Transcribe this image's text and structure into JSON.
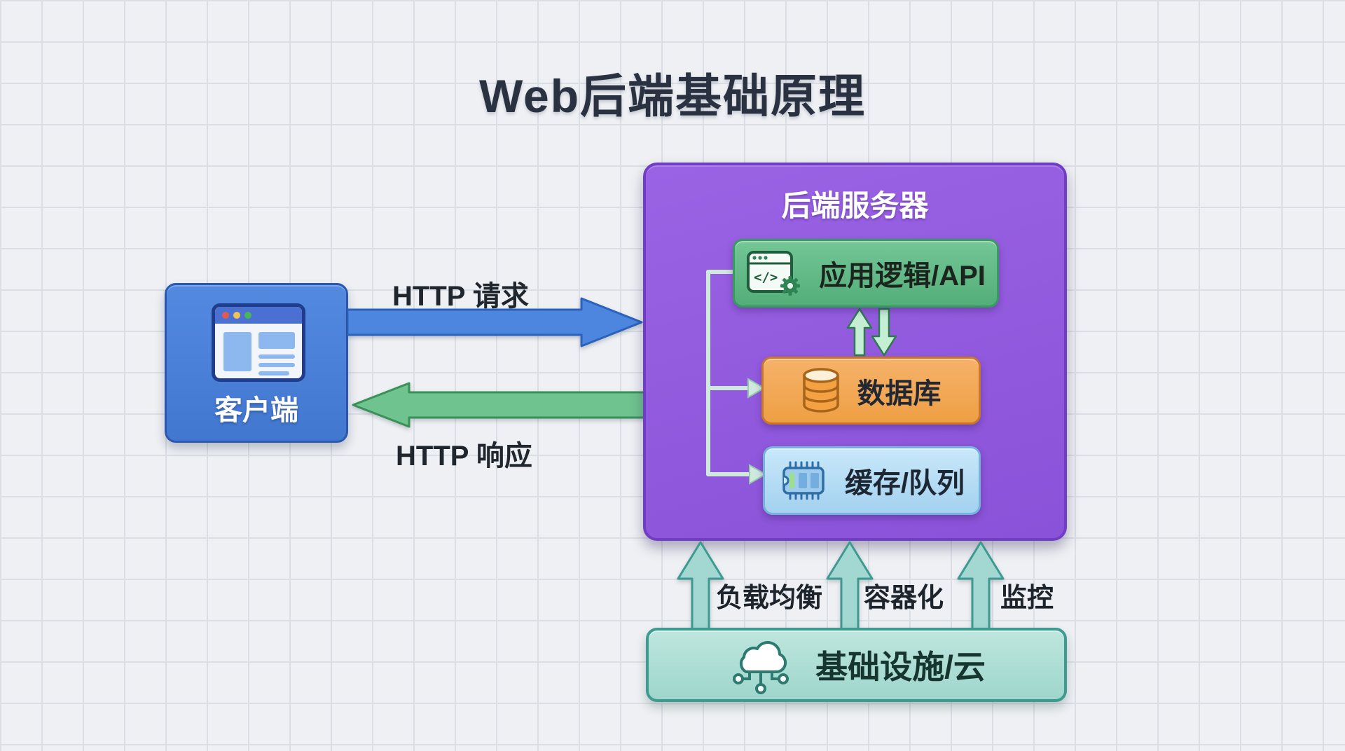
{
  "title": "Web后端基础原理",
  "colors": {
    "background": "#eef0f3",
    "grid": "#dadee5",
    "client_fill": "#4a81d9",
    "client_border": "#2a58b0",
    "request_arrow_fill": "#4c86de",
    "request_arrow_border": "#2b63bc",
    "response_arrow_fill": "#6fc38f",
    "response_arrow_border": "#3a9158",
    "server_fill": "#8e56dc",
    "server_border": "#6f3ec2",
    "api_fill": "#5fbd85",
    "api_border": "#379b5f",
    "db_fill": "#f3a750",
    "db_border": "#c8762b",
    "cache_fill": "#aed7f2",
    "cache_border": "#77b2dd",
    "infra_fill": "#aaddd4",
    "infra_border": "#3f9b90",
    "support_arrow_fill": "#a2d8d1",
    "support_arrow_border": "#3e9a90",
    "sync_arrow_fill": "#c4efd5",
    "sync_arrow_border": "#2d7a4e",
    "branch_line": "#cfe9dd"
  },
  "client": {
    "label": "客户端",
    "icon": "browser-window-icon"
  },
  "flows": {
    "request_label": "HTTP 请求",
    "response_label": "HTTP 响应"
  },
  "server": {
    "title": "后端服务器",
    "components": [
      {
        "label": "应用逻辑/API",
        "icon": "code-window-gear-icon",
        "code_glyph": "</>"
      },
      {
        "label": "数据库",
        "icon": "database-icon"
      },
      {
        "label": "缓存/队列",
        "icon": "memory-chip-icon"
      }
    ]
  },
  "infrastructure": {
    "label": "基础设施/云",
    "icon": "cloud-network-icon",
    "supports": [
      "负载均衡",
      "容器化",
      "监控"
    ]
  }
}
